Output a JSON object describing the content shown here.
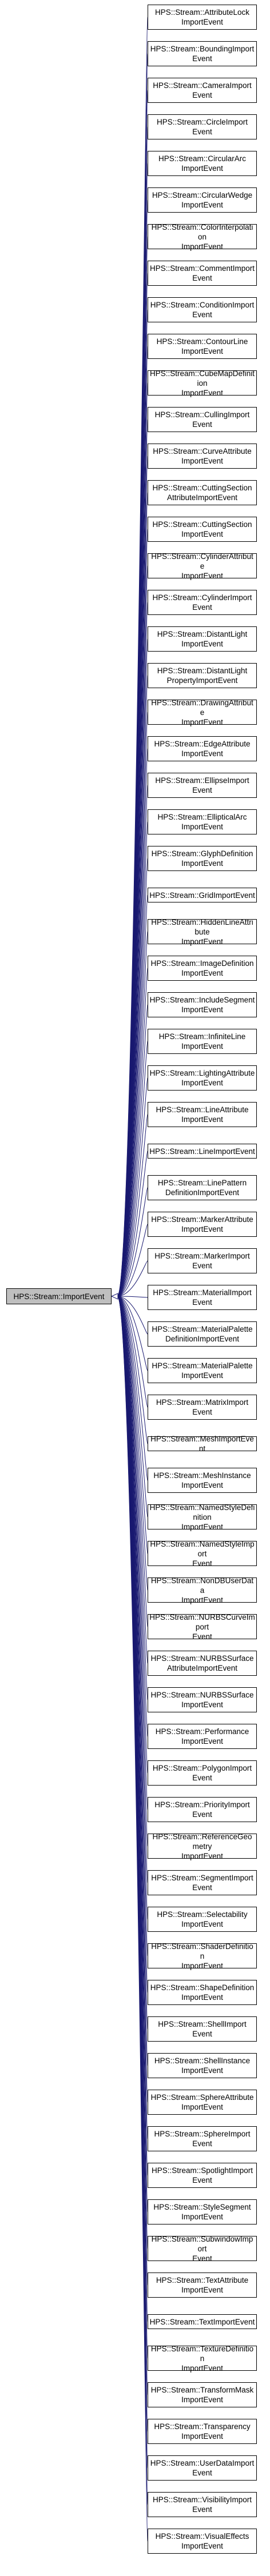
{
  "colors": {
    "edge": "#191970",
    "node_border": "#000000",
    "node_fill": "#ffffff",
    "base_fill": "#bfbfbf"
  },
  "base": {
    "lines": [
      "HPS::Stream::ImportEvent"
    ]
  },
  "children": [
    {
      "lines": [
        "HPS::Stream::AttributeLock",
        "ImportEvent"
      ]
    },
    {
      "lines": [
        "HPS::Stream::BoundingImport",
        "Event"
      ]
    },
    {
      "lines": [
        "HPS::Stream::CameraImport",
        "Event"
      ]
    },
    {
      "lines": [
        "HPS::Stream::CircleImport",
        "Event"
      ]
    },
    {
      "lines": [
        "HPS::Stream::CircularArc",
        "ImportEvent"
      ]
    },
    {
      "lines": [
        "HPS::Stream::CircularWedge",
        "ImportEvent"
      ]
    },
    {
      "lines": [
        "HPS::Stream::ColorInterpolation",
        "ImportEvent"
      ]
    },
    {
      "lines": [
        "HPS::Stream::CommentImport",
        "Event"
      ]
    },
    {
      "lines": [
        "HPS::Stream::ConditionImport",
        "Event"
      ]
    },
    {
      "lines": [
        "HPS::Stream::ContourLine",
        "ImportEvent"
      ]
    },
    {
      "lines": [
        "HPS::Stream::CubeMapDefinition",
        "ImportEvent"
      ]
    },
    {
      "lines": [
        "HPS::Stream::CullingImport",
        "Event"
      ]
    },
    {
      "lines": [
        "HPS::Stream::CurveAttribute",
        "ImportEvent"
      ]
    },
    {
      "lines": [
        "HPS::Stream::CuttingSection",
        "AttributeImportEvent"
      ]
    },
    {
      "lines": [
        "HPS::Stream::CuttingSection",
        "ImportEvent"
      ]
    },
    {
      "lines": [
        "HPS::Stream::CylinderAttribute",
        "ImportEvent"
      ]
    },
    {
      "lines": [
        "HPS::Stream::CylinderImport",
        "Event"
      ]
    },
    {
      "lines": [
        "HPS::Stream::DistantLight",
        "ImportEvent"
      ]
    },
    {
      "lines": [
        "HPS::Stream::DistantLight",
        "PropertyImportEvent"
      ]
    },
    {
      "lines": [
        "HPS::Stream::DrawingAttribute",
        "ImportEvent"
      ]
    },
    {
      "lines": [
        "HPS::Stream::EdgeAttribute",
        "ImportEvent"
      ]
    },
    {
      "lines": [
        "HPS::Stream::EllipseImport",
        "Event"
      ]
    },
    {
      "lines": [
        "HPS::Stream::EllipticalArc",
        "ImportEvent"
      ]
    },
    {
      "lines": [
        "HPS::Stream::GlyphDefinition",
        "ImportEvent"
      ]
    },
    {
      "lines": [
        "HPS::Stream::GridImportEvent"
      ]
    },
    {
      "lines": [
        "HPS::Stream::HiddenLineAttribute",
        "ImportEvent"
      ]
    },
    {
      "lines": [
        "HPS::Stream::ImageDefinition",
        "ImportEvent"
      ]
    },
    {
      "lines": [
        "HPS::Stream::IncludeSegment",
        "ImportEvent"
      ]
    },
    {
      "lines": [
        "HPS::Stream::InfiniteLine",
        "ImportEvent"
      ]
    },
    {
      "lines": [
        "HPS::Stream::LightingAttribute",
        "ImportEvent"
      ]
    },
    {
      "lines": [
        "HPS::Stream::LineAttribute",
        "ImportEvent"
      ]
    },
    {
      "lines": [
        "HPS::Stream::LineImportEvent"
      ]
    },
    {
      "lines": [
        "HPS::Stream::LinePattern",
        "DefinitionImportEvent"
      ]
    },
    {
      "lines": [
        "HPS::Stream::MarkerAttribute",
        "ImportEvent"
      ]
    },
    {
      "lines": [
        "HPS::Stream::MarkerImport",
        "Event"
      ]
    },
    {
      "lines": [
        "HPS::Stream::MaterialImport",
        "Event"
      ]
    },
    {
      "lines": [
        "HPS::Stream::MaterialPalette",
        "DefinitionImportEvent"
      ]
    },
    {
      "lines": [
        "HPS::Stream::MaterialPalette",
        "ImportEvent"
      ]
    },
    {
      "lines": [
        "HPS::Stream::MatrixImport",
        "Event"
      ]
    },
    {
      "lines": [
        "HPS::Stream::MeshImportEvent"
      ]
    },
    {
      "lines": [
        "HPS::Stream::MeshInstance",
        "ImportEvent"
      ]
    },
    {
      "lines": [
        "HPS::Stream::NamedStyleDefinition",
        "ImportEvent"
      ]
    },
    {
      "lines": [
        "HPS::Stream::NamedStyleImport",
        "Event"
      ]
    },
    {
      "lines": [
        "HPS::Stream::NonDBUserData",
        "ImportEvent"
      ]
    },
    {
      "lines": [
        "HPS::Stream::NURBSCurveImport",
        "Event"
      ]
    },
    {
      "lines": [
        "HPS::Stream::NURBSSurface",
        "AttributeImportEvent"
      ]
    },
    {
      "lines": [
        "HPS::Stream::NURBSSurface",
        "ImportEvent"
      ]
    },
    {
      "lines": [
        "HPS::Stream::Performance",
        "ImportEvent"
      ]
    },
    {
      "lines": [
        "HPS::Stream::PolygonImport",
        "Event"
      ]
    },
    {
      "lines": [
        "HPS::Stream::PriorityImport",
        "Event"
      ]
    },
    {
      "lines": [
        "HPS::Stream::ReferenceGeometry",
        "ImportEvent"
      ]
    },
    {
      "lines": [
        "HPS::Stream::SegmentImport",
        "Event"
      ]
    },
    {
      "lines": [
        "HPS::Stream::Selectability",
        "ImportEvent"
      ]
    },
    {
      "lines": [
        "HPS::Stream::ShaderDefinition",
        "ImportEvent"
      ]
    },
    {
      "lines": [
        "HPS::Stream::ShapeDefinition",
        "ImportEvent"
      ]
    },
    {
      "lines": [
        "HPS::Stream::ShellImport",
        "Event"
      ]
    },
    {
      "lines": [
        "HPS::Stream::ShellInstance",
        "ImportEvent"
      ]
    },
    {
      "lines": [
        "HPS::Stream::SphereAttribute",
        "ImportEvent"
      ]
    },
    {
      "lines": [
        "HPS::Stream::SphereImport",
        "Event"
      ]
    },
    {
      "lines": [
        "HPS::Stream::SpotlightImport",
        "Event"
      ]
    },
    {
      "lines": [
        "HPS::Stream::StyleSegment",
        "ImportEvent"
      ]
    },
    {
      "lines": [
        "HPS::Stream::SubwindowImport",
        "Event"
      ]
    },
    {
      "lines": [
        "HPS::Stream::TextAttribute",
        "ImportEvent"
      ]
    },
    {
      "lines": [
        "HPS::Stream::TextImportEvent"
      ]
    },
    {
      "lines": [
        "HPS::Stream::TextureDefinition",
        "ImportEvent"
      ]
    },
    {
      "lines": [
        "HPS::Stream::TransformMask",
        "ImportEvent"
      ]
    },
    {
      "lines": [
        "HPS::Stream::Transparency",
        "ImportEvent"
      ]
    },
    {
      "lines": [
        "HPS::Stream::UserDataImport",
        "Event"
      ]
    },
    {
      "lines": [
        "HPS::Stream::VisibilityImport",
        "Event"
      ]
    },
    {
      "lines": [
        "HPS::Stream::VisualEffects",
        "ImportEvent"
      ]
    }
  ]
}
